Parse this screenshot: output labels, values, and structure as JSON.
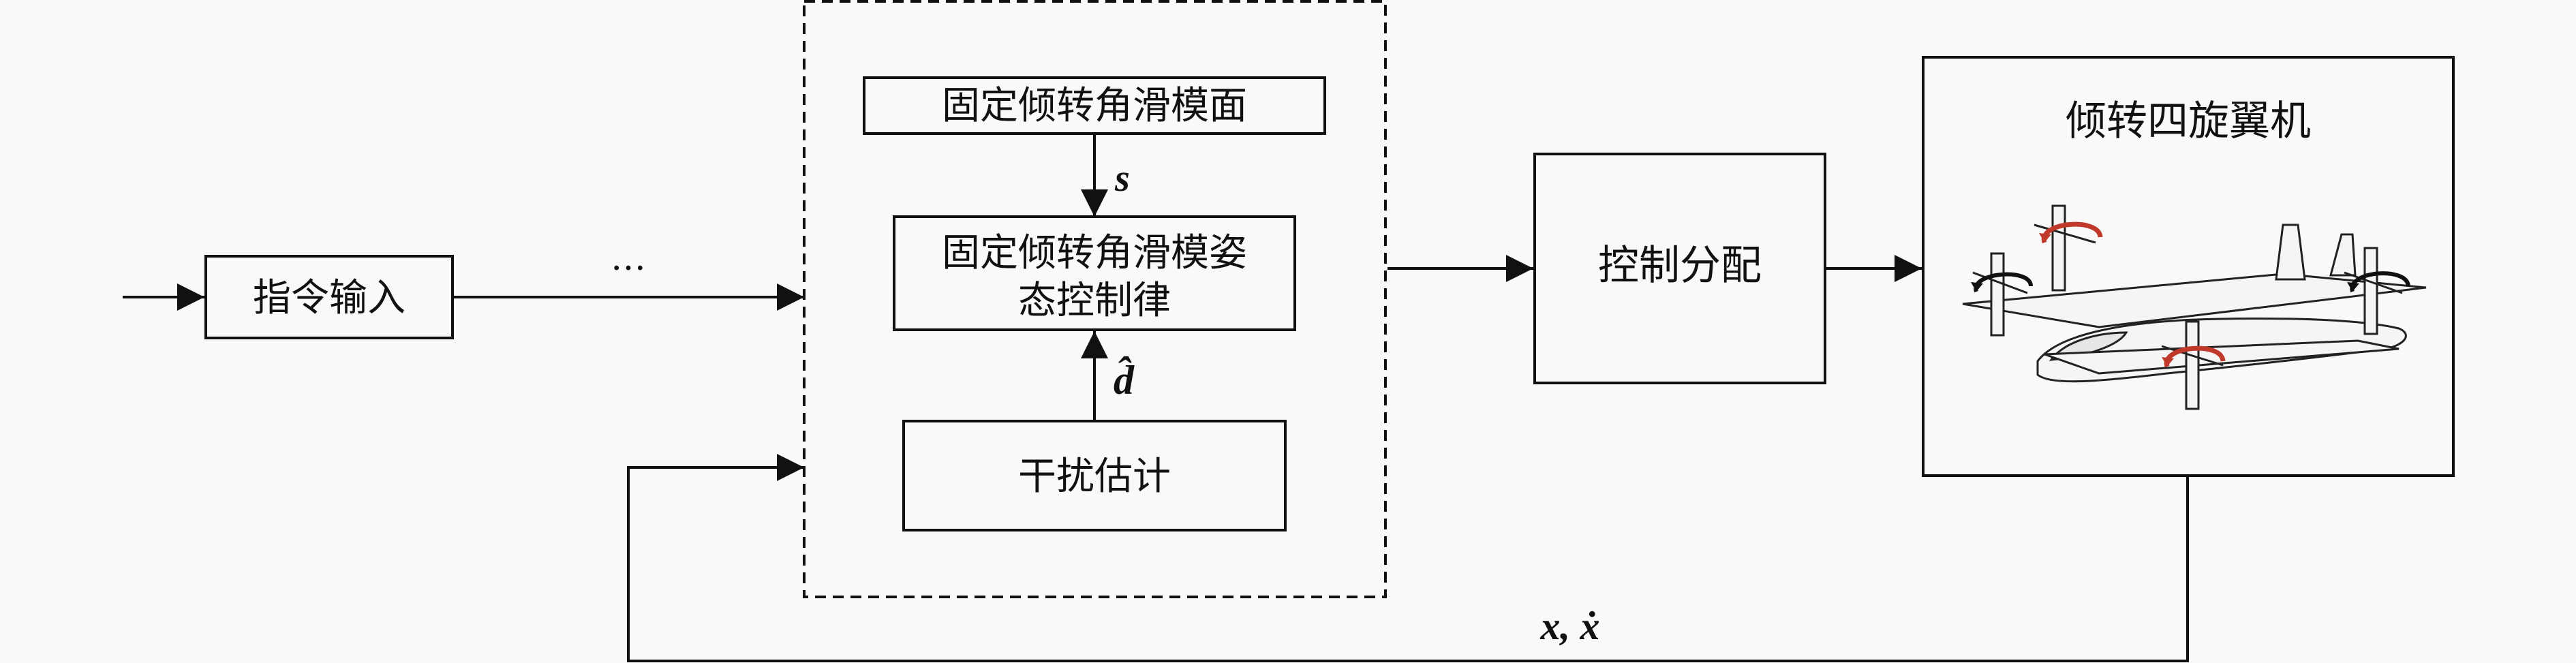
{
  "blocks": {
    "command_input": "指令输入",
    "sliding_surface": "固定倾转角滑模面",
    "attitude_law_line1": "固定倾转角滑模姿",
    "attitude_law_line2": "态控制律",
    "disturbance_estimation": "干扰估计",
    "control_allocation": "控制分配",
    "aircraft": "倾转四旋翼机"
  },
  "signals": {
    "ellipsis": "…",
    "s": "s",
    "d_hat": "d̂",
    "feedback": "x, ẋ"
  }
}
